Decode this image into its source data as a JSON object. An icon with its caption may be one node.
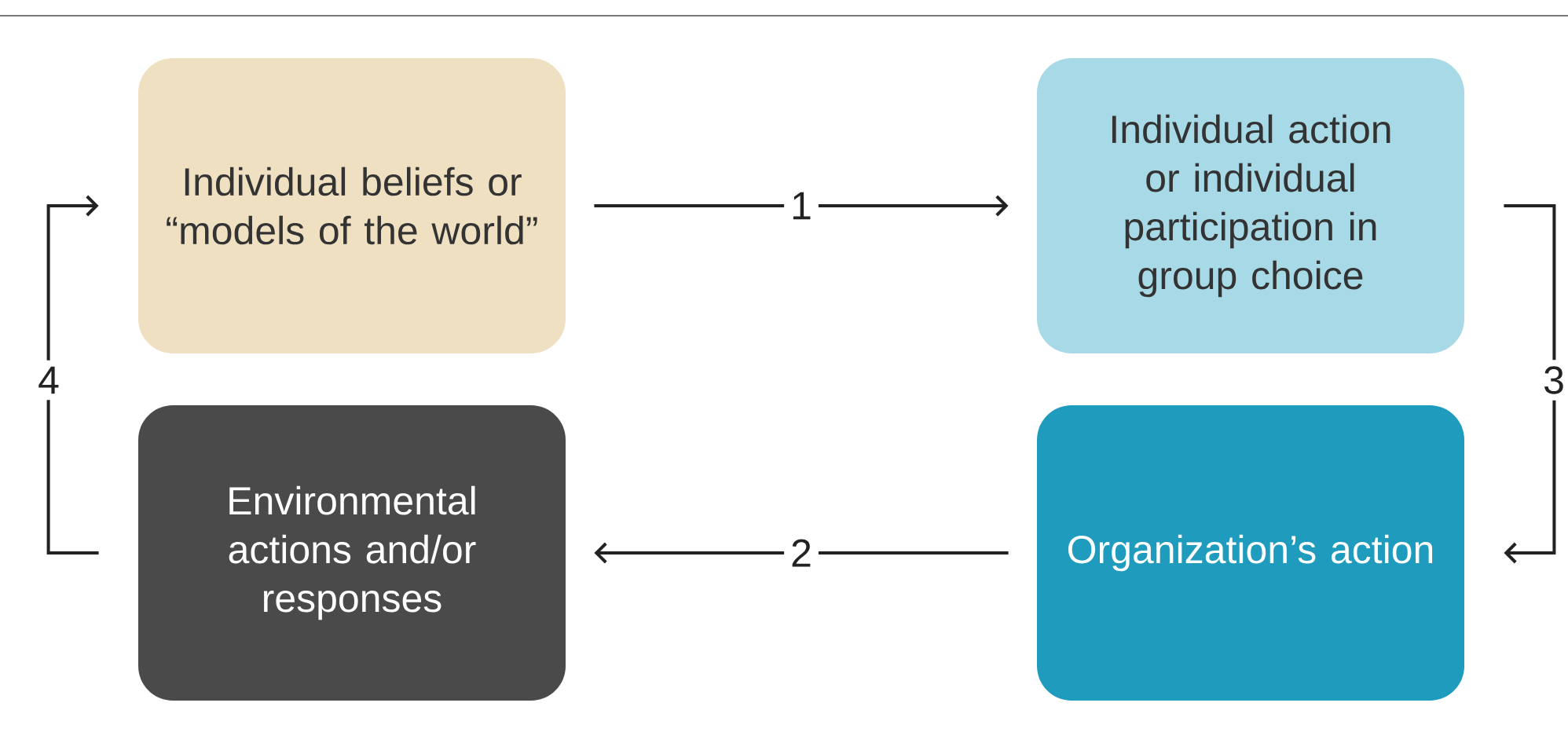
{
  "diagram": {
    "nodes": [
      {
        "text": [
          "Individual beliefs or “models of the world”"
        ]
      },
      {
        "text": [
          "Individual action or individual participation in group choice"
        ]
      },
      {
        "text": [
          "Environmental actions and/or responses"
        ]
      },
      {
        "text": [
          "Organization’s action"
        ]
      }
    ],
    "edges": [
      {
        "from": 0,
        "to": 1,
        "arrow": "to",
        "label": "1"
      },
      {
        "from": 1,
        "to": 3,
        "arrow": "to",
        "label": "3"
      },
      {
        "from": 3,
        "to": 2,
        "arrow": "to",
        "label": "2"
      },
      {
        "from": 2,
        "to": 0,
        "arrow": "to",
        "label": "4"
      }
    ]
  }
}
